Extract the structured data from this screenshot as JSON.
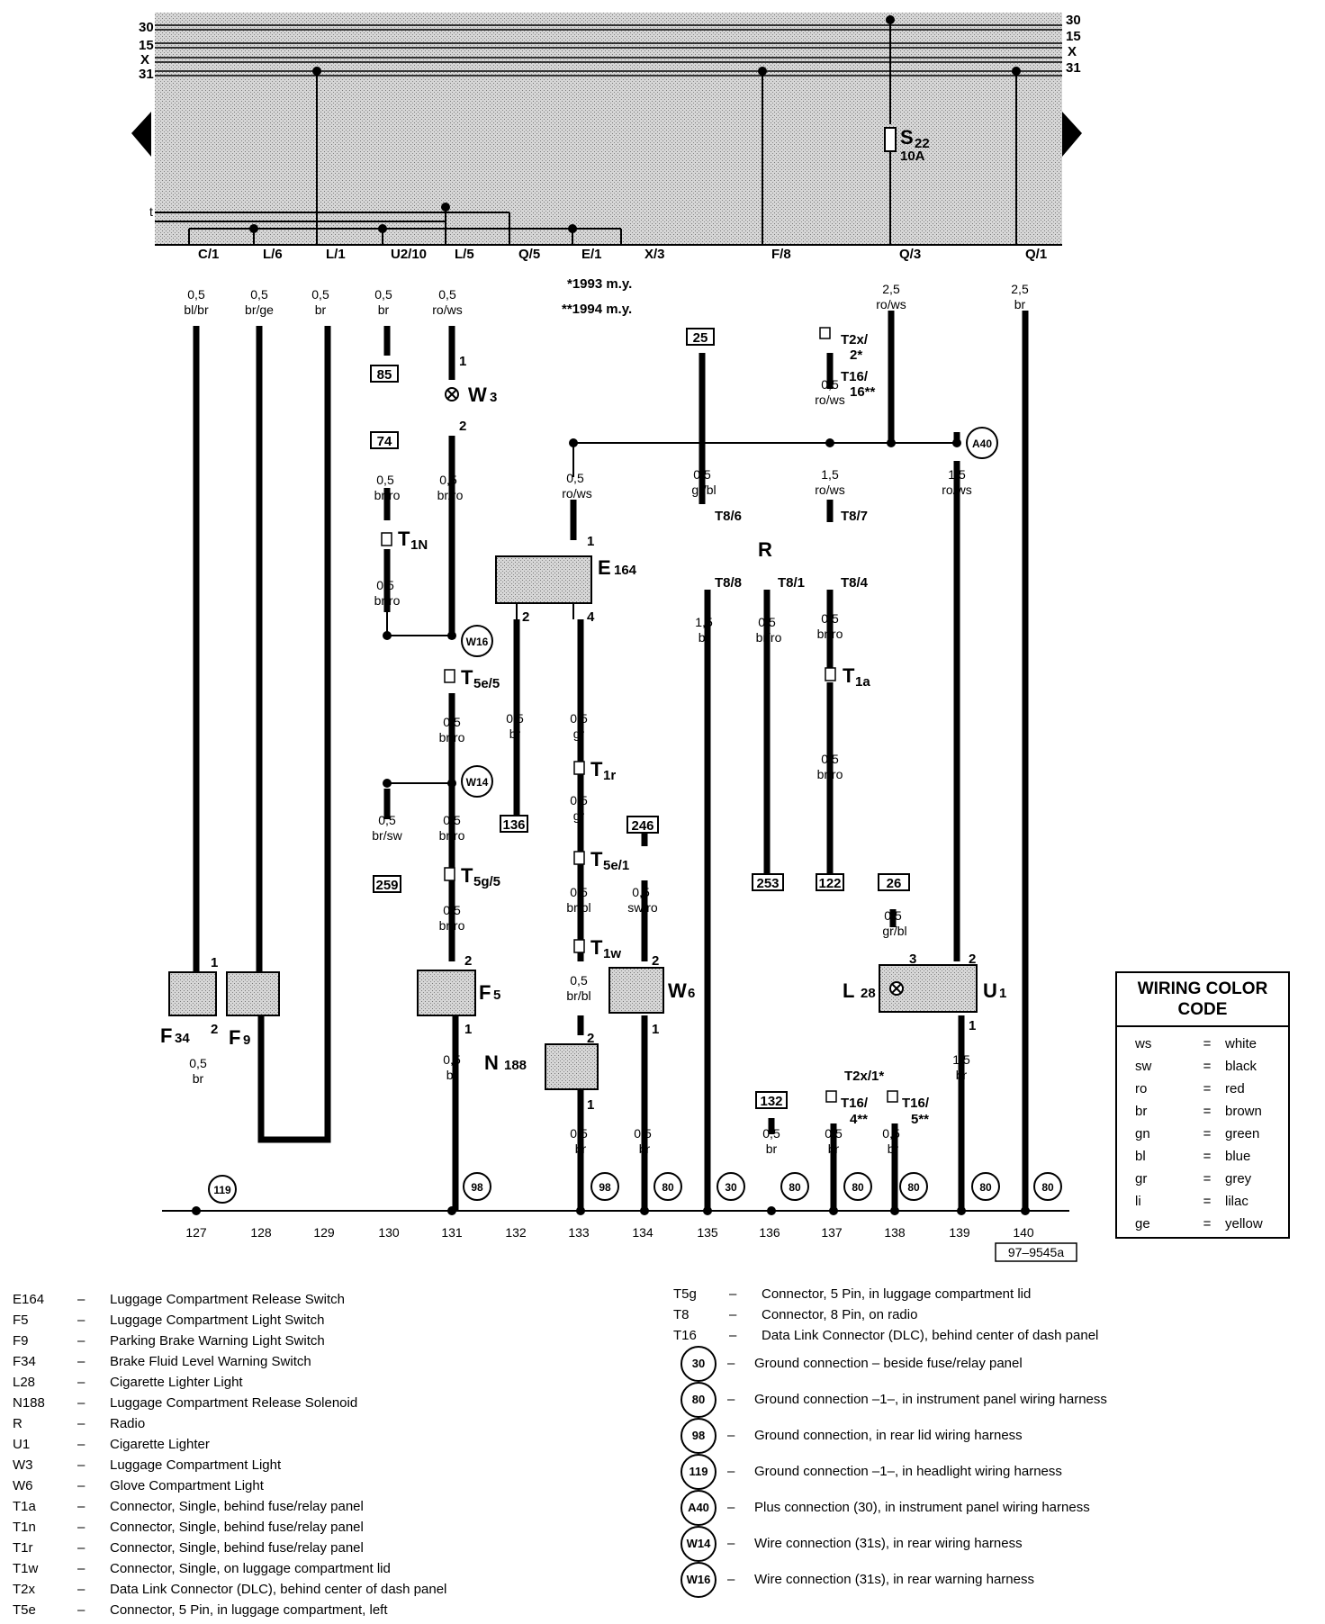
{
  "diagram": {
    "rails_left": [
      "30",
      "15",
      "X",
      "31"
    ],
    "rails_right": [
      "30",
      "15",
      "X",
      "31"
    ],
    "fuse": {
      "id": "S",
      "sub": "22",
      "rating": "10A"
    },
    "terminal_t": "t",
    "terminals": [
      "C/1",
      "L/6",
      "L/1",
      "U2/10",
      "L/5",
      "Q/5",
      "E/1",
      "X/3",
      "F/8",
      "Q/3",
      "Q/1"
    ],
    "model_years": [
      "*1993 m.y.",
      "**1994 m.y."
    ],
    "wires": [
      {
        "size": "0,5",
        "color": "bl/br"
      },
      {
        "size": "0,5",
        "color": "br/ge"
      },
      {
        "size": "0,5",
        "color": "br"
      },
      {
        "size": "0,5",
        "color": "br"
      },
      {
        "size": "0,5",
        "color": "ro/ws"
      },
      {
        "size": "2,5",
        "color": "ro/ws"
      },
      {
        "size": "2,5",
        "color": "br"
      },
      {
        "size": "0,5",
        "color": "ro/ws"
      },
      {
        "size": "0,5",
        "color": "br/ro"
      },
      {
        "size": "0,5",
        "color": "br/ro"
      },
      {
        "size": "0,5",
        "color": "br/ro"
      },
      {
        "size": "0,5",
        "color": "ro/ws"
      },
      {
        "size": "0,5",
        "color": "gr/bl"
      },
      {
        "size": "1,5",
        "color": "ro/ws"
      },
      {
        "size": "1,5",
        "color": "ro/ws"
      },
      {
        "size": "0,5",
        "color": "br/ro"
      },
      {
        "size": "0,5",
        "color": "br"
      },
      {
        "size": "0,5",
        "color": "gr"
      },
      {
        "size": "0,5",
        "color": "gr"
      },
      {
        "size": "0,5",
        "color": "br/sw"
      },
      {
        "size": "0,5",
        "color": "br/ro"
      },
      {
        "size": "0,5",
        "color": "br/ro"
      },
      {
        "size": "1,5",
        "color": "br"
      },
      {
        "size": "0,5",
        "color": "br/ro"
      },
      {
        "size": "0,5",
        "color": "br/ro"
      },
      {
        "size": "0,5",
        "color": "br/ro"
      },
      {
        "size": "0,5",
        "color": "br/bl"
      },
      {
        "size": "0,5",
        "color": "br/bl"
      },
      {
        "size": "0,5",
        "color": "sw/ro"
      },
      {
        "size": "0,5",
        "color": "gr/bl"
      },
      {
        "size": "0,5",
        "color": "br"
      },
      {
        "size": "0,5",
        "color": "br"
      },
      {
        "size": "1,5",
        "color": "br"
      },
      {
        "size": "0,5",
        "color": "br"
      },
      {
        "size": "0,5",
        "color": "br"
      },
      {
        "size": "0,5",
        "color": "br"
      },
      {
        "size": "0,5",
        "color": "br"
      },
      {
        "size": "0,5",
        "color": "br"
      }
    ],
    "refs": [
      "85",
      "74",
      "25",
      "136",
      "246",
      "259",
      "253",
      "122",
      "26",
      "132"
    ],
    "components": [
      "W",
      "E",
      "R",
      "F",
      "W",
      "N",
      "L",
      "U",
      "F",
      "F"
    ],
    "component_subs": [
      "3",
      "164",
      "5",
      "6",
      "188",
      "28",
      "1",
      "34",
      "9"
    ],
    "connectors": [
      "T2x/",
      "2*",
      "T16/",
      "16**",
      "T",
      "1N",
      "T",
      "5e/5",
      "T",
      "1r",
      "T",
      "5e/1",
      "T",
      "1w",
      "T",
      "5g/5",
      "T",
      "1a",
      "T8/6",
      "T8/7",
      "T8/8",
      "T8/1",
      "T8/4",
      "T2x/1*",
      "T16/",
      "4**",
      "T16/",
      "5**"
    ],
    "pins": [
      "1",
      "2",
      "1",
      "2",
      "4",
      "1",
      "2",
      "2",
      "1",
      "2",
      "1",
      "2",
      "1",
      "3",
      "2",
      "1",
      "1",
      "2",
      "1",
      "1"
    ],
    "circles": [
      "A40",
      "W16",
      "W14",
      "119",
      "98",
      "98",
      "80",
      "30",
      "80",
      "80",
      "80",
      "80",
      "80"
    ],
    "track_numbers": [
      "127",
      "128",
      "129",
      "130",
      "131",
      "132",
      "133",
      "134",
      "135",
      "136",
      "137",
      "138",
      "139",
      "140"
    ],
    "drawing_id": "97–9545a"
  },
  "color_code": {
    "title_line1": "WIRING COLOR",
    "title_line2": "CODE",
    "equals": "=",
    "rows": [
      {
        "code": "ws",
        "name": "white"
      },
      {
        "code": "sw",
        "name": "black"
      },
      {
        "code": "ro",
        "name": "red"
      },
      {
        "code": "br",
        "name": "brown"
      },
      {
        "code": "gn",
        "name": "green"
      },
      {
        "code": "bl",
        "name": "blue"
      },
      {
        "code": "gr",
        "name": "grey"
      },
      {
        "code": "li",
        "name": "lilac"
      },
      {
        "code": "ge",
        "name": "yellow"
      }
    ]
  },
  "legend_left": [
    {
      "code": "E164",
      "desc": "Luggage Compartment Release Switch"
    },
    {
      "code": "F5",
      "desc": "Luggage Compartment Light Switch"
    },
    {
      "code": "F9",
      "desc": "Parking Brake Warning Light Switch"
    },
    {
      "code": "F34",
      "desc": "Brake Fluid Level Warning Switch"
    },
    {
      "code": "L28",
      "desc": "Cigarette Lighter Light"
    },
    {
      "code": "N188",
      "desc": "Luggage Compartment Release Solenoid"
    },
    {
      "code": "R",
      "desc": "Radio"
    },
    {
      "code": "U1",
      "desc": "Cigarette Lighter"
    },
    {
      "code": "W3",
      "desc": "Luggage Compartment Light"
    },
    {
      "code": "W6",
      "desc": "Glove Compartment Light"
    },
    {
      "code": "T1a",
      "desc": "Connector, Single, behind fuse/relay panel"
    },
    {
      "code": "T1n",
      "desc": "Connector, Single, behind fuse/relay panel"
    },
    {
      "code": "T1r",
      "desc": "Connector, Single, behind fuse/relay panel"
    },
    {
      "code": "T1w",
      "desc": "Connector, Single, on luggage compartment lid"
    },
    {
      "code": "T2x",
      "desc": "Data Link Connector (DLC), behind center of dash panel"
    },
    {
      "code": "T5e",
      "desc": "Connector, 5 Pin, in luggage compartment, left"
    }
  ],
  "legend_right_top": [
    {
      "code": "T5g",
      "desc": "Connector, 5 Pin, in luggage compartment lid"
    },
    {
      "code": "T8",
      "desc": "Connector, 8 Pin, on radio"
    },
    {
      "code": "T16",
      "desc": "Data Link Connector (DLC), behind center of dash panel"
    }
  ],
  "legend_right_circles": [
    {
      "code": "30",
      "desc": "Ground connection – beside fuse/relay panel"
    },
    {
      "code": "80",
      "desc": "Ground connection –1–, in instrument panel wiring harness"
    },
    {
      "code": "98",
      "desc": "Ground connection, in rear lid wiring harness"
    },
    {
      "code": "119",
      "desc": "Ground connection –1–, in headlight wiring harness"
    },
    {
      "code": "A40",
      "desc": "Plus connection (30), in instrument panel wiring harness"
    },
    {
      "code": "W14",
      "desc": "Wire connection (31s), in rear wiring harness"
    },
    {
      "code": "W16",
      "desc": "Wire connection (31s), in rear warning harness"
    }
  ],
  "dash": "–"
}
